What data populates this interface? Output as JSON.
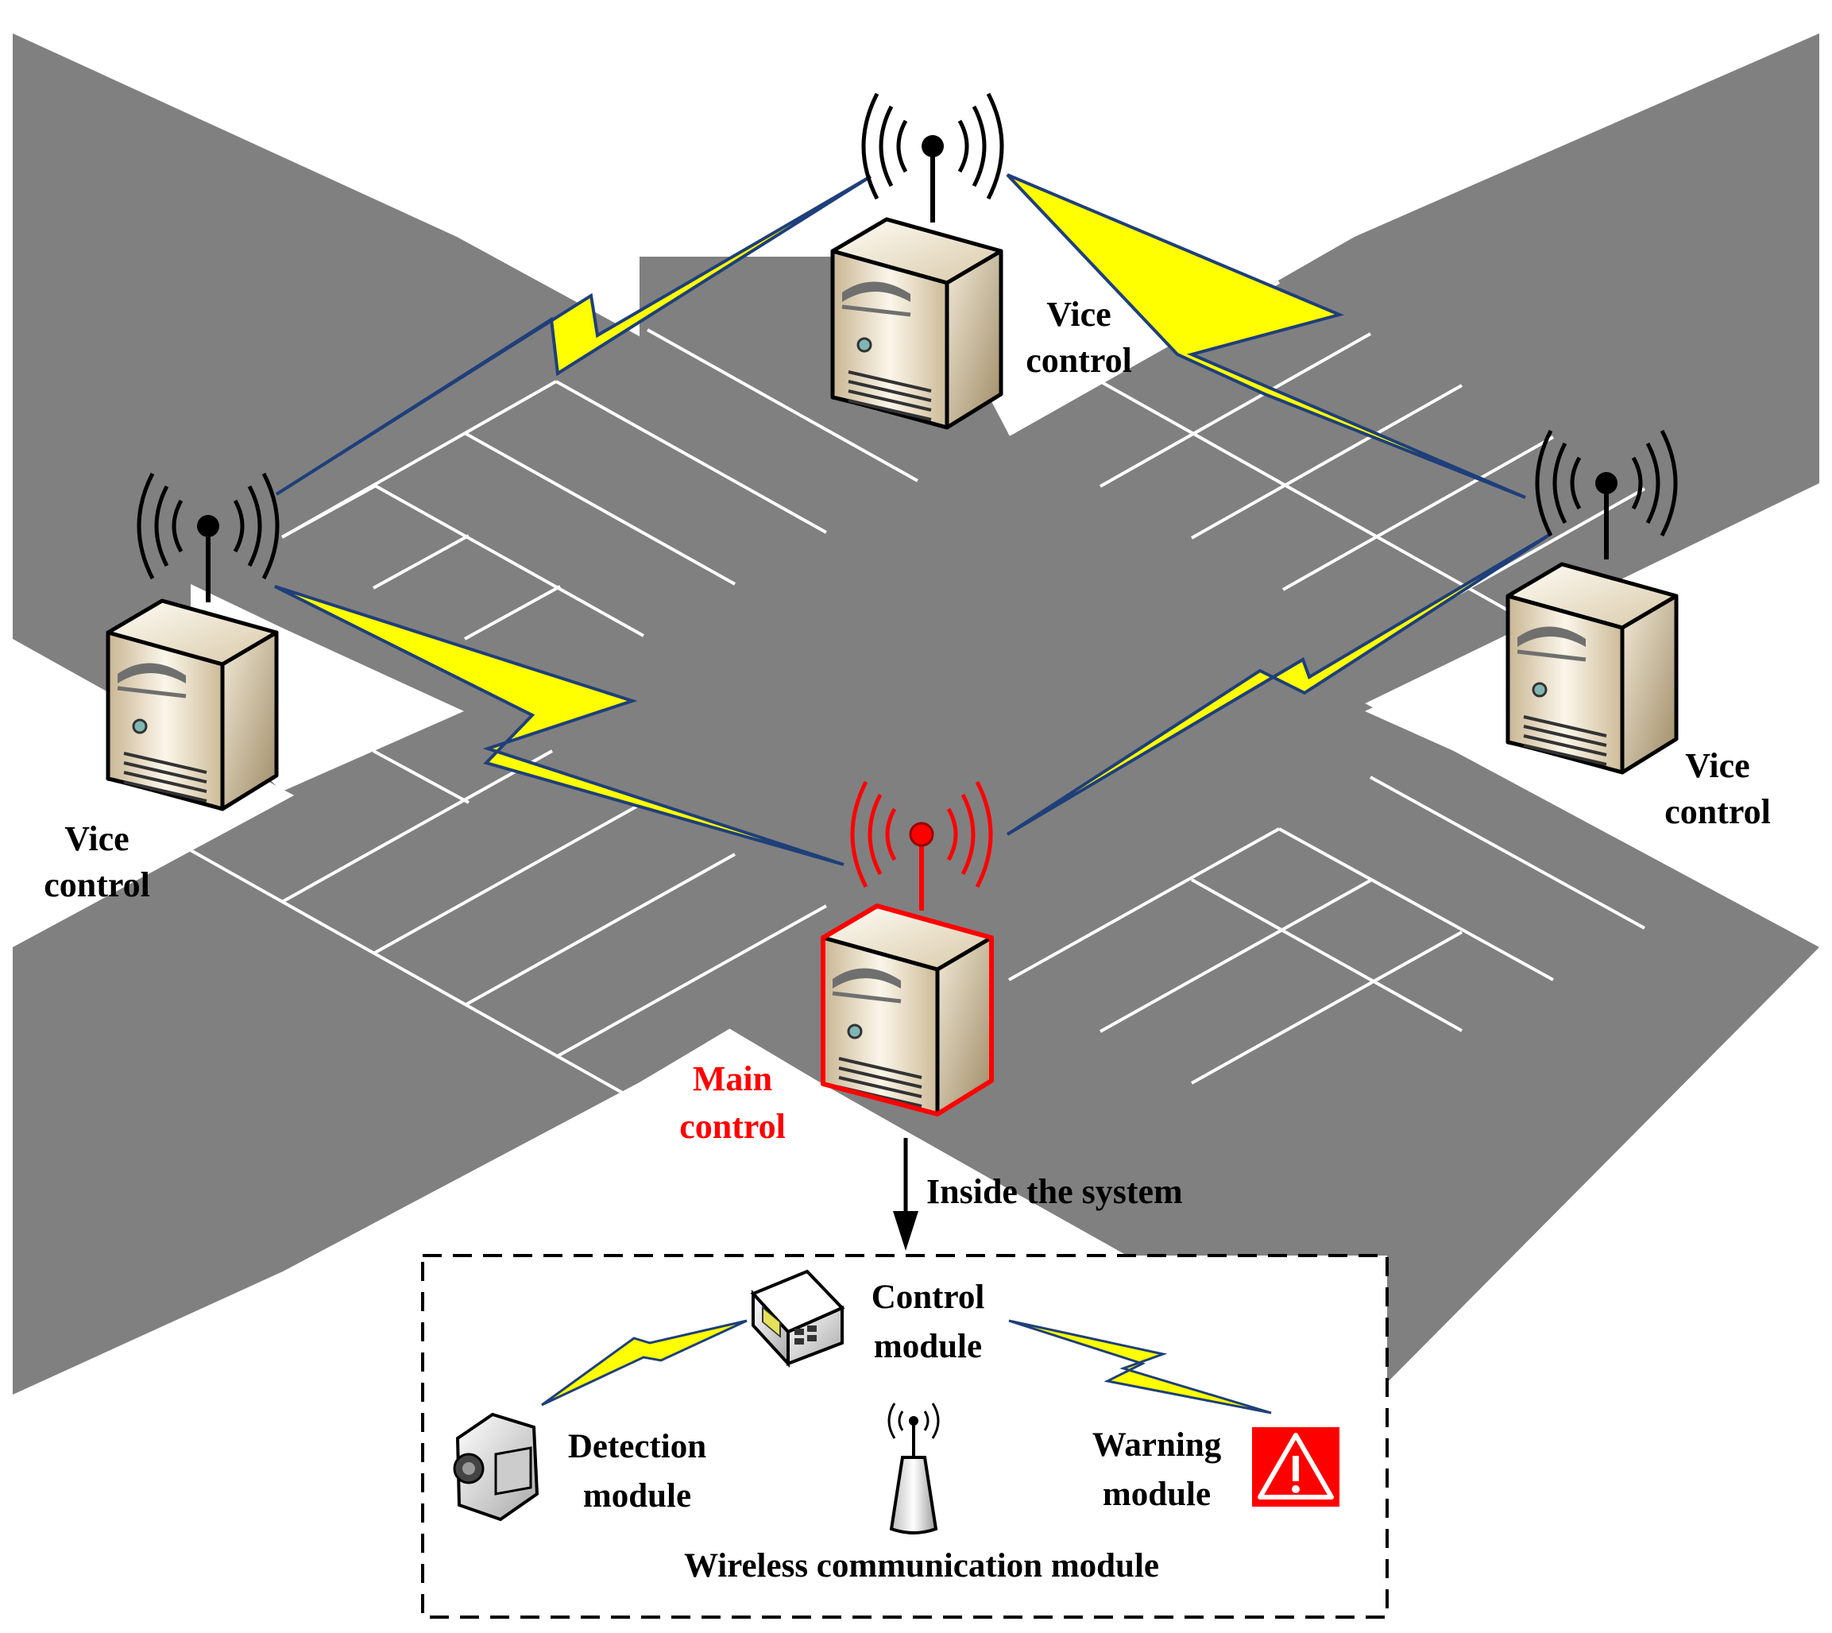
{
  "labels": {
    "vice_top_1": "Vice",
    "vice_top_2": "control",
    "vice_left_1": "Vice",
    "vice_left_2": "control",
    "vice_right_1": "Vice",
    "vice_right_2": "control",
    "main_1": "Main",
    "main_2": "control",
    "inside": "Inside the system",
    "control_module_1": "Control",
    "control_module_2": "module",
    "detection_module_1": "Detection",
    "detection_module_2": "module",
    "warning_module_1": "Warning",
    "warning_module_2": "module",
    "wireless_module": "Wireless communication module"
  },
  "colors": {
    "road": "#808080",
    "crosswalk": "#ffffff",
    "lightning": "#ffff00",
    "lightning_edge": "#1f3f7a",
    "main_accent": "#ff0000",
    "warning_sign": "#ff0000",
    "server_body": "#d6c7a9"
  },
  "icons": {
    "server": "server-tower-icon",
    "antenna": "wireless-antenna-icon",
    "camera": "video-camera-icon",
    "controller": "control-device-icon",
    "warning": "warning-triangle-icon",
    "router": "wireless-router-icon"
  }
}
